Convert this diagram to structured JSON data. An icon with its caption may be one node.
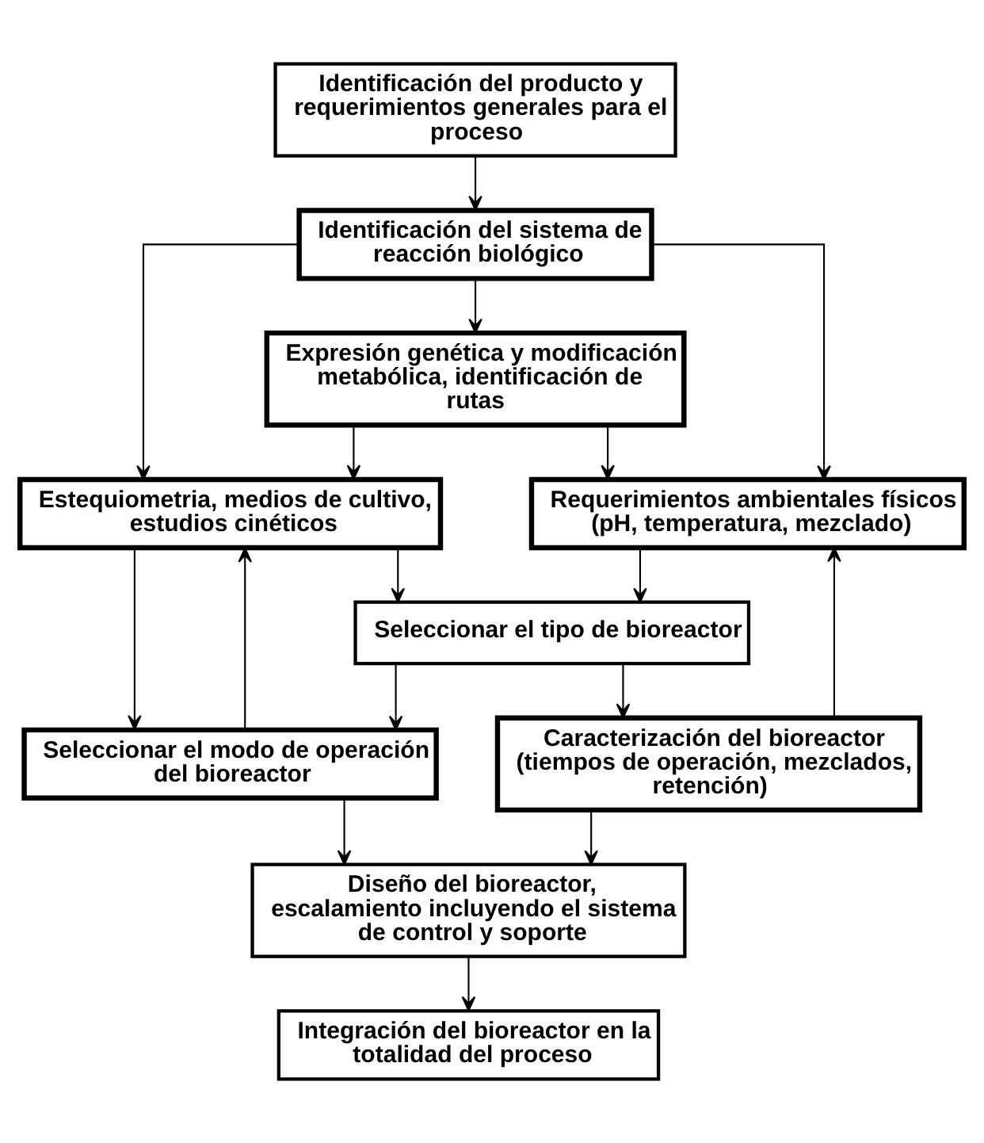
{
  "diagram": {
    "nodes": [
      {
        "text": [
          "Identificación del producto y requerimientos generales para el proceso"
        ]
      },
      {
        "text": [
          "Identificación del sistema de reacción biológico"
        ]
      },
      {
        "text": [
          "Expresión genética y modificación metabólica, identificación de rutas"
        ]
      },
      {
        "text": [
          "Estequiometria, medios de cultivo, estudios cinéticos"
        ]
      },
      {
        "text": [
          "Requerimientos ambientales físicos (pH, temperatura, mezclado)"
        ]
      },
      {
        "text": [
          "Seleccionar el tipo de bioreactor"
        ]
      },
      {
        "text": [
          "Seleccionar el modo de operación del bioreactor"
        ]
      },
      {
        "text": [
          "Caracterización del bioreactor (tiempos de operación, mezclados, retención)"
        ]
      },
      {
        "text": [
          "Diseño del bioreactor, escalamiento incluyendo el sistema de control y soporte"
        ]
      },
      {
        "text": [
          "Integración del bioreactor en la totalidad del proceso"
        ]
      }
    ],
    "edges": [
      {
        "from": 0,
        "to": 1,
        "arrow": "to"
      },
      {
        "from": 1,
        "to": 2,
        "arrow": "to"
      },
      {
        "from": 1,
        "to": 3,
        "arrow": "to"
      },
      {
        "from": 1,
        "to": 4,
        "arrow": "to"
      },
      {
        "from": 2,
        "to": 3,
        "arrow": "to"
      },
      {
        "from": 2,
        "to": 4,
        "arrow": "to"
      },
      {
        "from": 3,
        "to": 5,
        "arrow": "to"
      },
      {
        "from": 4,
        "to": 5,
        "arrow": "to"
      },
      {
        "from": 3,
        "to": 6,
        "arrow": "to"
      },
      {
        "from": 6,
        "to": 3,
        "arrow": "to"
      },
      {
        "from": 5,
        "to": 6,
        "arrow": "to"
      },
      {
        "from": 5,
        "to": 7,
        "arrow": "to"
      },
      {
        "from": 7,
        "to": 4,
        "arrow": "to"
      },
      {
        "from": 6,
        "to": 8,
        "arrow": "to"
      },
      {
        "from": 7,
        "to": 8,
        "arrow": "to"
      },
      {
        "from": 8,
        "to": 9,
        "arrow": "to"
      }
    ]
  }
}
